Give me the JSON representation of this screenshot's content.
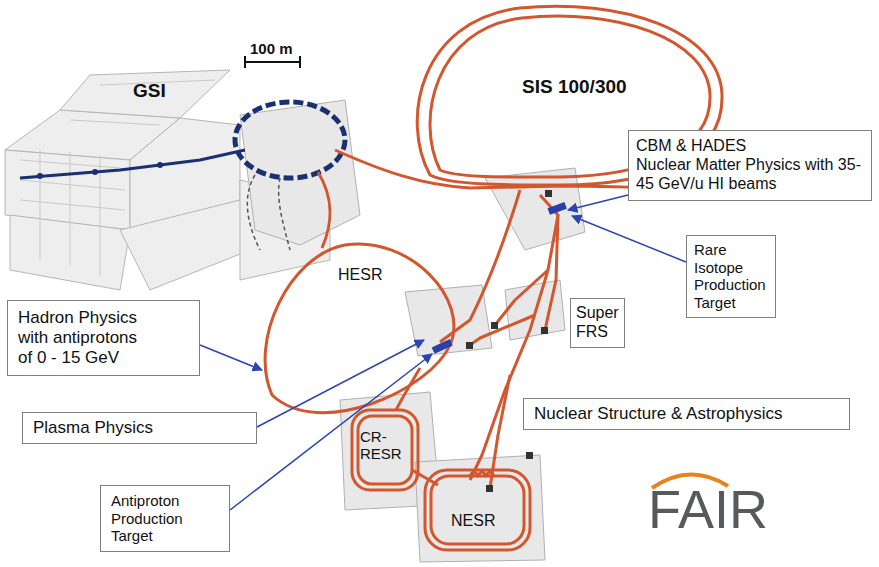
{
  "diagram": {
    "nodes": [
      {
        "text": [
          "CBM & HADES",
          "Nuclear Matter Physics with 35-45 GeV/u HI beams"
        ]
      },
      {
        "text": [
          "Rare Isotope Production Target"
        ]
      },
      {
        "text": [
          "Super FRS"
        ]
      },
      {
        "text": [
          "Hadron Physics with antiprotons of 0 - 15 GeV"
        ]
      },
      {
        "text": [
          "Nuclear Structure & Astrophysics"
        ]
      },
      {
        "text": [
          "Plasma Physics"
        ]
      },
      {
        "text": [
          "Antiproton Production Target"
        ]
      }
    ],
    "labels": [
      "100 m",
      "GSI",
      "SIS 100/300",
      "HESR",
      "CR- RESR",
      "NESR",
      "FAIR"
    ]
  }
}
